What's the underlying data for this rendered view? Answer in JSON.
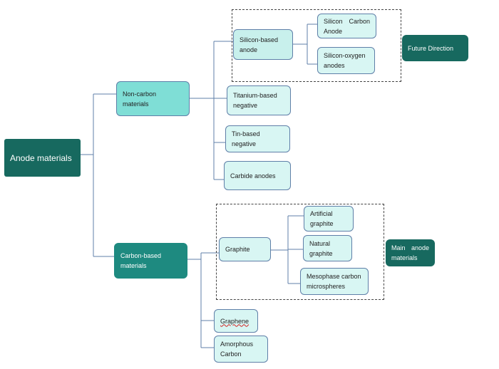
{
  "root": {
    "label": "Anode materials"
  },
  "non_carbon": {
    "label": "Non-carbon materials",
    "children": [
      {
        "label": "Silicon-based anode"
      },
      {
        "label": "Titanium-based negative"
      },
      {
        "label": "Tin-based negative"
      },
      {
        "label": "Carbide anodes"
      }
    ],
    "silicon_children": [
      {
        "label": "Silicon Carbon Anode"
      },
      {
        "label": "Silicon-oxygen anodes"
      }
    ],
    "note": "Future Direction"
  },
  "carbon": {
    "label": "Carbon-based materials",
    "children": [
      {
        "label": "Graphite"
      },
      {
        "label": "Graphene"
      },
      {
        "label": "Amorphous Carbon"
      }
    ],
    "graphite_children": [
      {
        "label": "Artificial graphite"
      },
      {
        "label": "Natural graphite"
      },
      {
        "label": "Mesophase carbon microspheres"
      }
    ],
    "note": "Main anode materials"
  }
}
